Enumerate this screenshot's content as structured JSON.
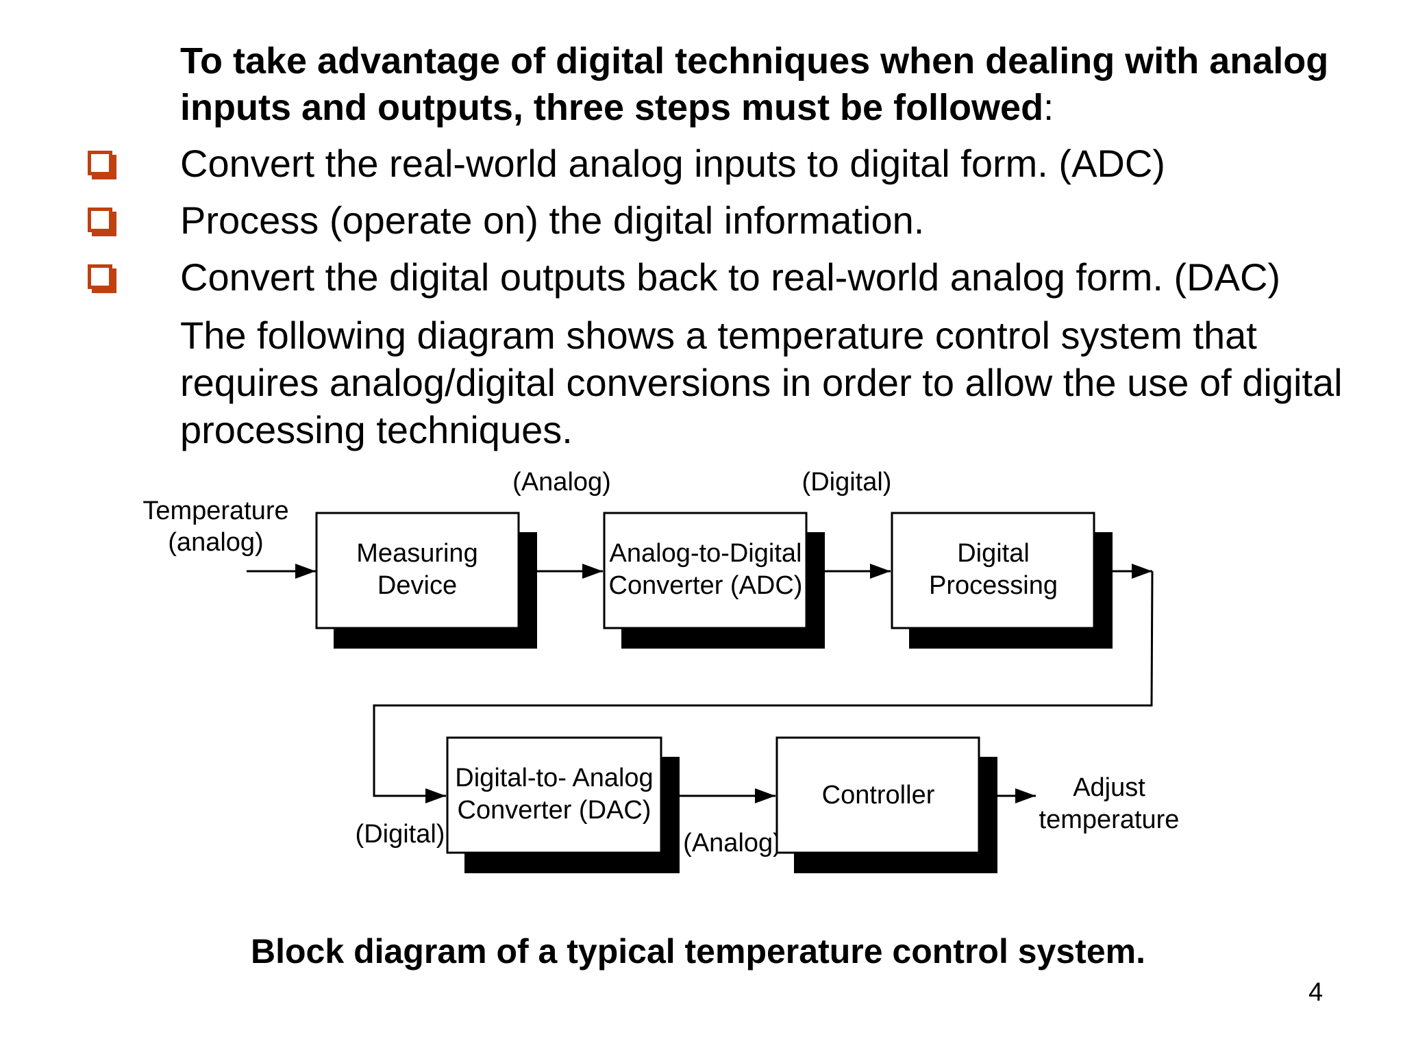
{
  "intro": {
    "text": "To take advantage of digital techniques when dealing with analog inputs and outputs, three steps must be followed",
    "colon": ":"
  },
  "bullets": [
    "Convert the real-world analog inputs to digital form. (ADC)",
    "Process (operate on) the digital information.",
    "Convert the digital outputs back to real-world analog form. (DAC)"
  ],
  "bullet_color": "#c0400f",
  "description": "The following diagram shows a temperature control system that requires analog/digital conversions in order to allow the use of digital processing techniques.",
  "diagram": {
    "input_label_line1": "Temperature",
    "input_label_line2": "(analog)",
    "signal_analog_top": "(Analog)",
    "signal_digital_top": "(Digital)",
    "signal_digital_bottom": "(Digital)",
    "signal_analog_bottom": "(Analog)",
    "blocks": {
      "measuring_line1": "Measuring",
      "measuring_line2": "Device",
      "adc_line1": "Analog-to-Digital",
      "adc_line2": "Converter (ADC)",
      "processing_line1": "Digital",
      "processing_line2": "Processing",
      "dac_line1": "Digital-to- Analog",
      "dac_line2": "Converter (DAC)",
      "controller": "Controller"
    },
    "output_label_line1": "Adjust",
    "output_label_line2": "temperature"
  },
  "caption": "Block diagram of a typical temperature control system.",
  "page_number": "4"
}
